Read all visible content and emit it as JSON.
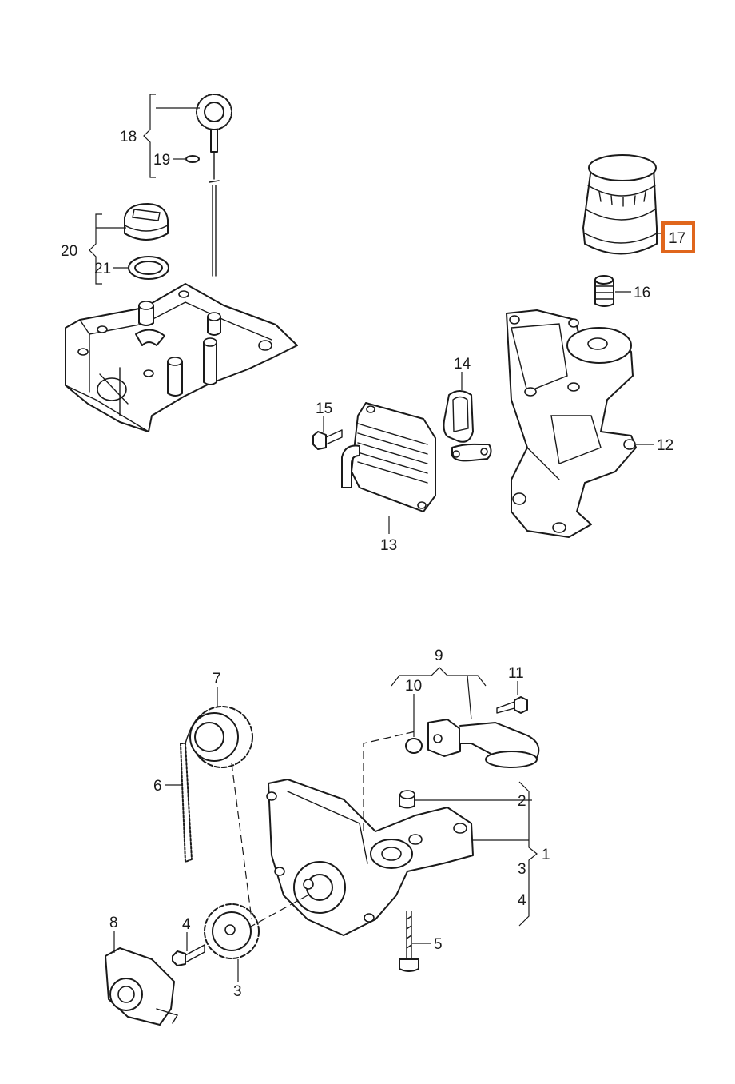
{
  "labels": {
    "p1": "1",
    "p2": "2",
    "p3": "3",
    "p3b": "3",
    "p4": "4",
    "p4b": "4",
    "p5": "5",
    "p6": "6",
    "p7": "7",
    "p8": "8",
    "p9": "9",
    "p10": "10",
    "p11": "11",
    "p12": "12",
    "p13": "13",
    "p14": "14",
    "p15": "15",
    "p16": "16",
    "p17": "17",
    "p18": "18",
    "p19": "19",
    "p20": "20",
    "p21": "21"
  },
  "highlight": {
    "part": "17",
    "color": "#e0661c"
  },
  "colors": {
    "line": "#1a1a1a",
    "background": "#ffffff"
  }
}
